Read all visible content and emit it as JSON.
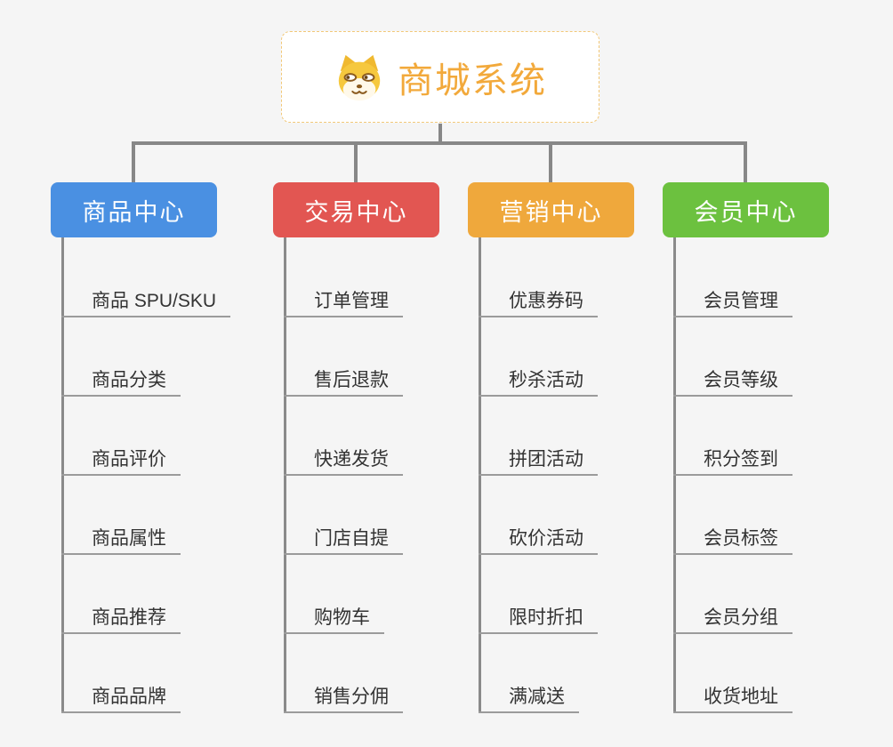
{
  "diagram": {
    "root": {
      "label": "商城系统",
      "icon": "doge-face-icon"
    },
    "branches": [
      {
        "label": "商品中心",
        "color": "#4A90E2",
        "items": [
          "商品 SPU/SKU",
          "商品分类",
          "商品评价",
          "商品属性",
          "商品推荐",
          "商品品牌"
        ]
      },
      {
        "label": "交易中心",
        "color": "#E25652",
        "items": [
          "订单管理",
          "售后退款",
          "快递发货",
          "门店自提",
          "购物车",
          "销售分佣"
        ]
      },
      {
        "label": "营销中心",
        "color": "#EFA83C",
        "items": [
          "优惠券码",
          "秒杀活动",
          "拼团活动",
          "砍价活动",
          "限时折扣",
          "满减送"
        ]
      },
      {
        "label": "会员中心",
        "color": "#6CC13F",
        "items": [
          "会员管理",
          "会员等级",
          "积分签到",
          "会员标签",
          "会员分组",
          "收货地址"
        ]
      }
    ],
    "colors": {
      "root_text": "#F2A93B",
      "root_border": "#F2C878",
      "connector": "#878787",
      "item_text": "#333333",
      "item_underline": "#9B9B9B",
      "background": "#F5F5F5"
    }
  }
}
